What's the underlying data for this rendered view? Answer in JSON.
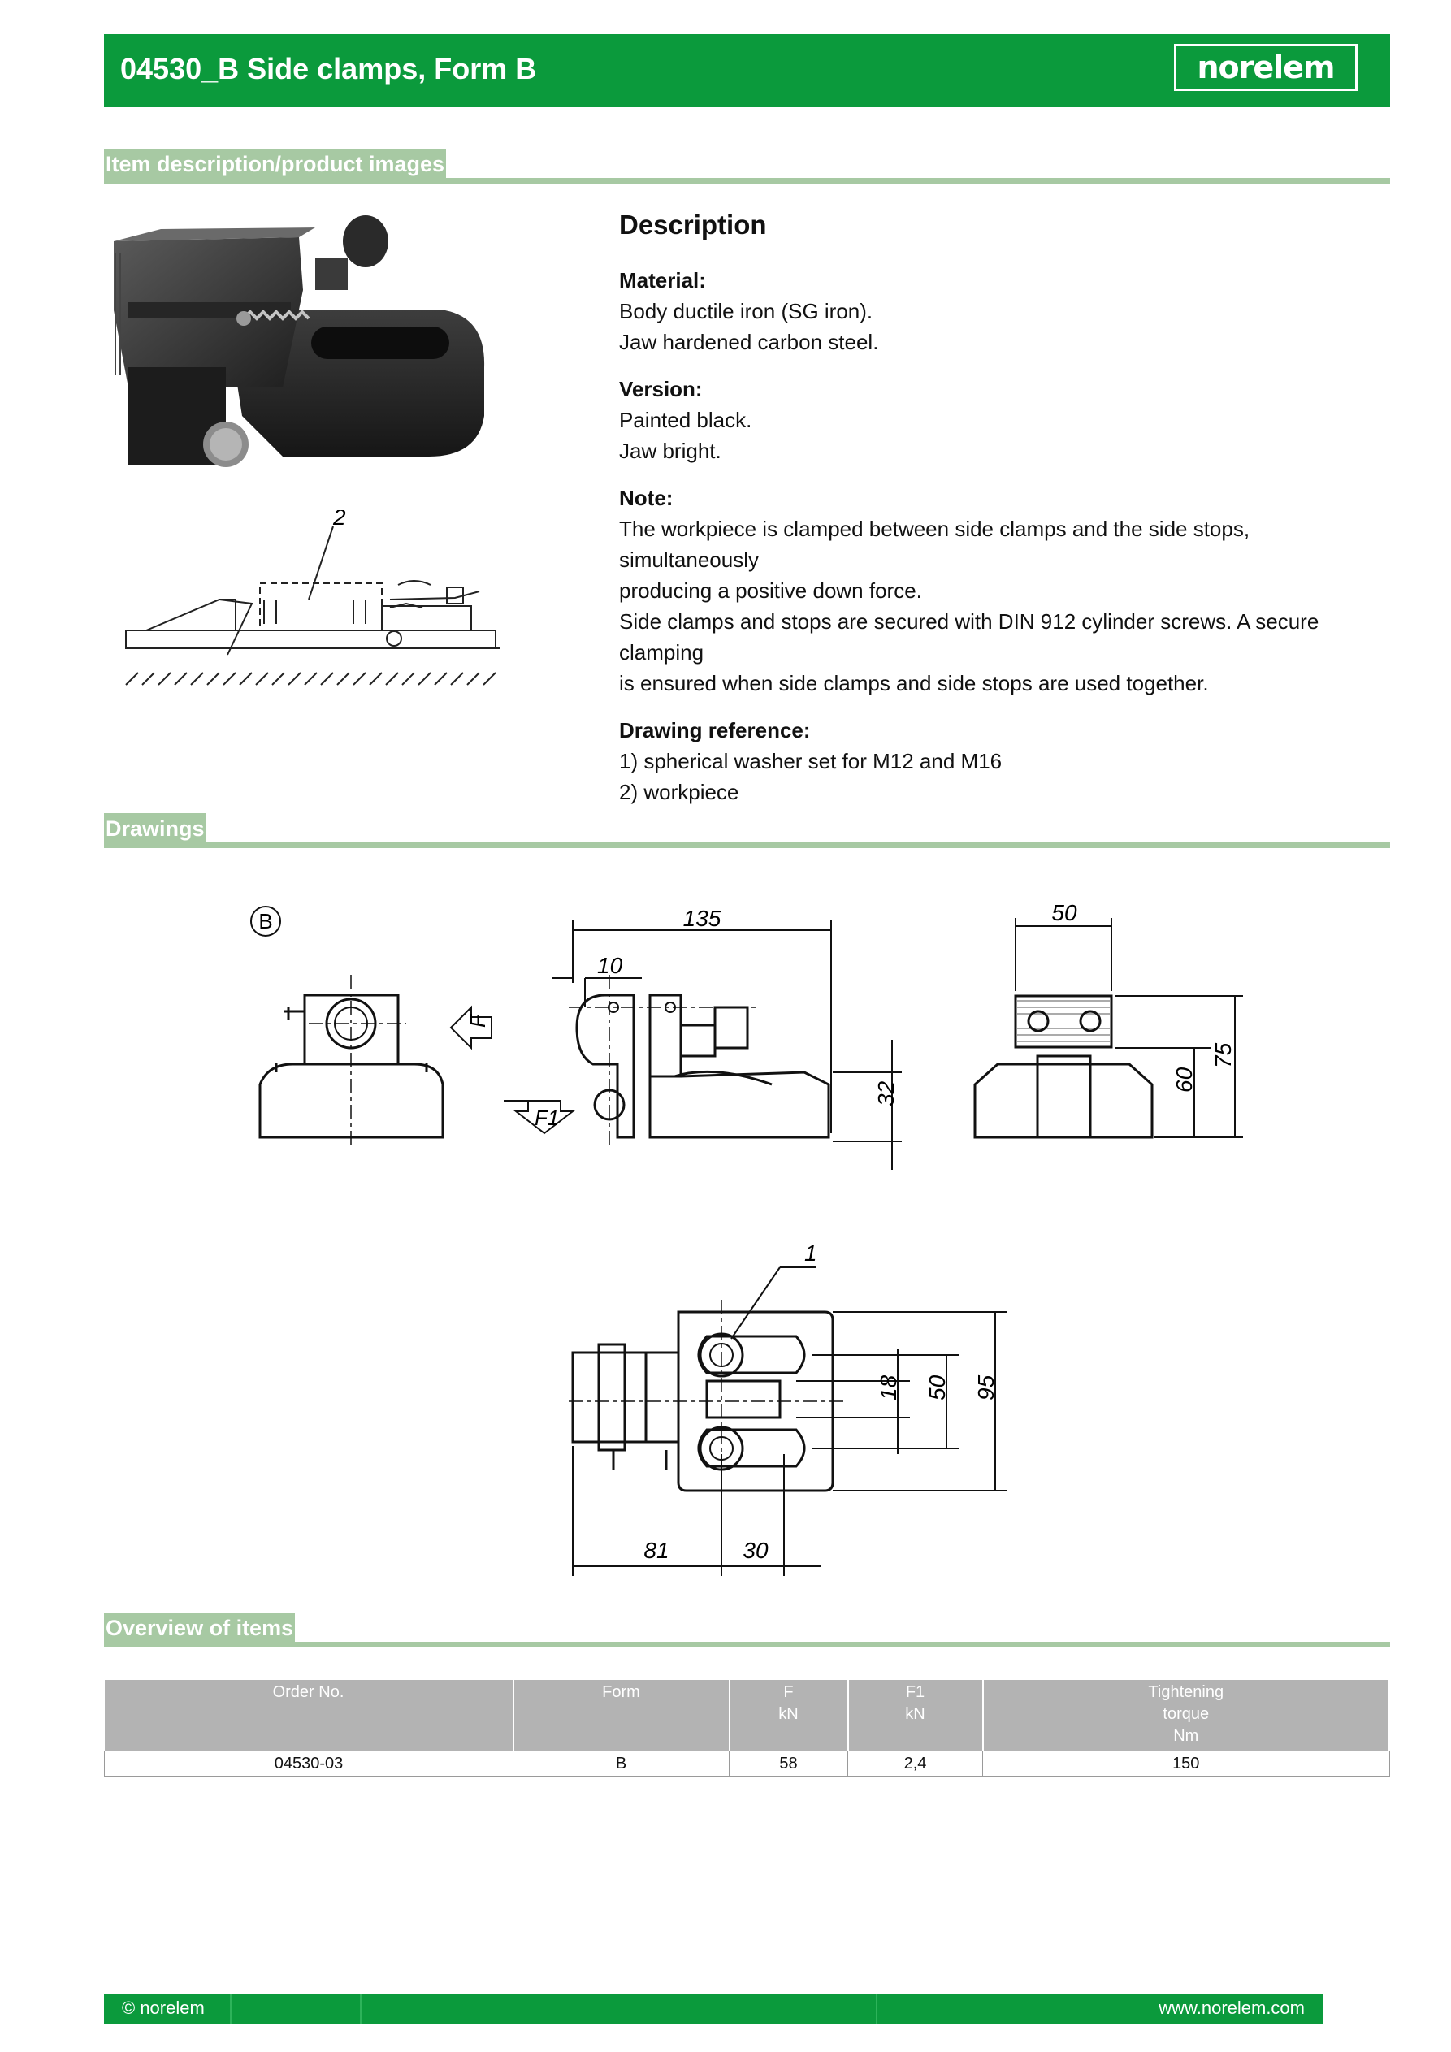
{
  "header": {
    "title": "04530_B Side clamps, Form B",
    "logo": "norelem",
    "background_color": "#0b9a3c"
  },
  "sections": {
    "images_heading": "Item description/product images",
    "drawings_heading": "Drawings",
    "overview_heading": "Overview of items"
  },
  "description": {
    "heading": "Description",
    "material_label": "Material:",
    "material_lines": [
      "Body ductile iron (SG iron).",
      "Jaw hardened carbon steel."
    ],
    "version_label": "Version:",
    "version_lines": [
      "Painted black.",
      "Jaw bright."
    ],
    "note_label": "Note:",
    "note_lines": [
      "The workpiece is clamped between side clamps and the side stops, simultaneously",
      "producing a positive down force.",
      "Side clamps and stops are secured with DIN 912 cylinder screws. A secure clamping",
      "is ensured when side clamps and side stops are used together."
    ],
    "drawing_ref_label": "Drawing reference:",
    "drawing_ref_lines": [
      "1) spherical washer set for M12 and M16",
      "2) workpiece"
    ]
  },
  "sketch": {
    "callout": "2"
  },
  "drawing": {
    "form_marker": "B",
    "dims": {
      "d135": "135",
      "d10": "10",
      "d32": "32",
      "d50_top": "50",
      "d60": "60",
      "d75": "75",
      "d18": "18",
      "d50_side": "50",
      "d95": "95",
      "d81": "81",
      "d30": "30"
    },
    "force_f": "F",
    "force_f1": "F1",
    "callout_1": "1"
  },
  "table": {
    "headers": [
      [
        "Order No."
      ],
      [
        "Form"
      ],
      [
        "F",
        "kN"
      ],
      [
        "F1",
        "kN"
      ],
      [
        "Tightening",
        "torque",
        "Nm"
      ]
    ],
    "rows": [
      [
        "04530-03",
        "B",
        "58",
        "2,4",
        "150"
      ]
    ]
  },
  "footer": {
    "left": "© norelem",
    "right": "www.norelem.com"
  }
}
